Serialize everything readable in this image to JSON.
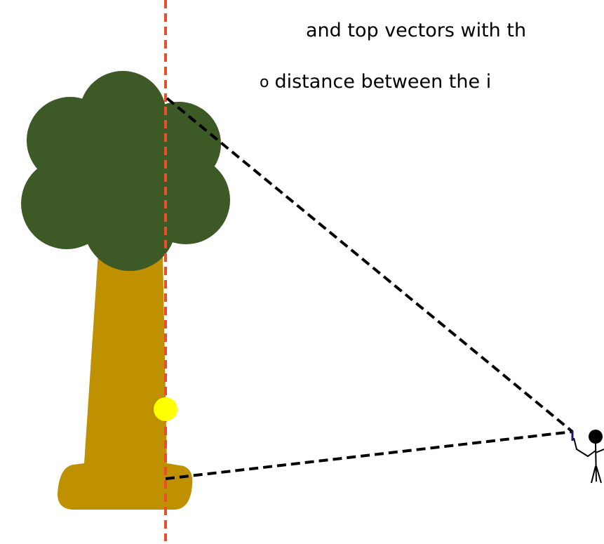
{
  "text": {
    "line1": "and top vectors with th",
    "bullet": "o",
    "line2": "distance between the i"
  },
  "colors": {
    "foliage": "#3d5a26",
    "trunk": "#bf9000",
    "reference_line": "#e8502c",
    "sight_line": "#000000",
    "marker": "#ffff00",
    "observer": "#000000"
  },
  "icons": {
    "tree": "tree-icon",
    "observer": "stick-figure-icon",
    "marker": "yellow-dot-icon"
  }
}
